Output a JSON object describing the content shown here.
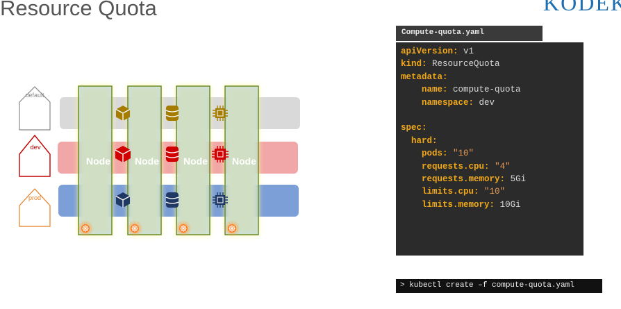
{
  "slide": {
    "title": "Resource Quota",
    "logo_text": "KODEKLOUD"
  },
  "namespaces": [
    {
      "label": "default",
      "color": "#888888"
    },
    {
      "label": "dev",
      "color": "#c00000"
    },
    {
      "label": "prod",
      "color": "#e67e22"
    }
  ],
  "node_label": "Node",
  "yaml_file": {
    "filename": "Compute-quota.yaml",
    "lines": [
      {
        "indent": "",
        "key": "apiVersion:",
        "value": "v1"
      },
      {
        "indent": "",
        "key": "kind:",
        "value": "ResourceQuota"
      },
      {
        "indent": "",
        "key": "metadata:",
        "value": ""
      },
      {
        "indent": "    ",
        "key": "name:",
        "value": "compute-quota"
      },
      {
        "indent": "    ",
        "key": "namespace:",
        "value": "dev"
      },
      {
        "indent": "",
        "key": "",
        "value": ""
      },
      {
        "indent": "",
        "key": "spec:",
        "value": ""
      },
      {
        "indent": "  ",
        "key": "hard:",
        "value": ""
      },
      {
        "indent": "    ",
        "key": "pods:",
        "value": "\"10\"",
        "quoted": true
      },
      {
        "indent": "    ",
        "key": "requests.cpu:",
        "value": "\"4\"",
        "quoted": true
      },
      {
        "indent": "    ",
        "key": "requests.memory:",
        "value": "5Gi"
      },
      {
        "indent": "    ",
        "key": "limits.cpu:",
        "value": "\"10\"",
        "quoted": true
      },
      {
        "indent": "    ",
        "key": "limits.memory:",
        "value": "10Gi"
      }
    ]
  },
  "command": {
    "text": "> kubectl create –f compute-quota.yaml"
  },
  "colors": {
    "default_row": "#d9d9d9",
    "dev_row": "#f1a7a7",
    "prod_row": "#7b9fd6",
    "node_fill": "#a9cce3",
    "node_border": "#6b8e23",
    "node_glow": "#fff59d",
    "default_icon": "#a67c00",
    "dev_icon": "#d00000",
    "prod_icon": "#203864"
  }
}
